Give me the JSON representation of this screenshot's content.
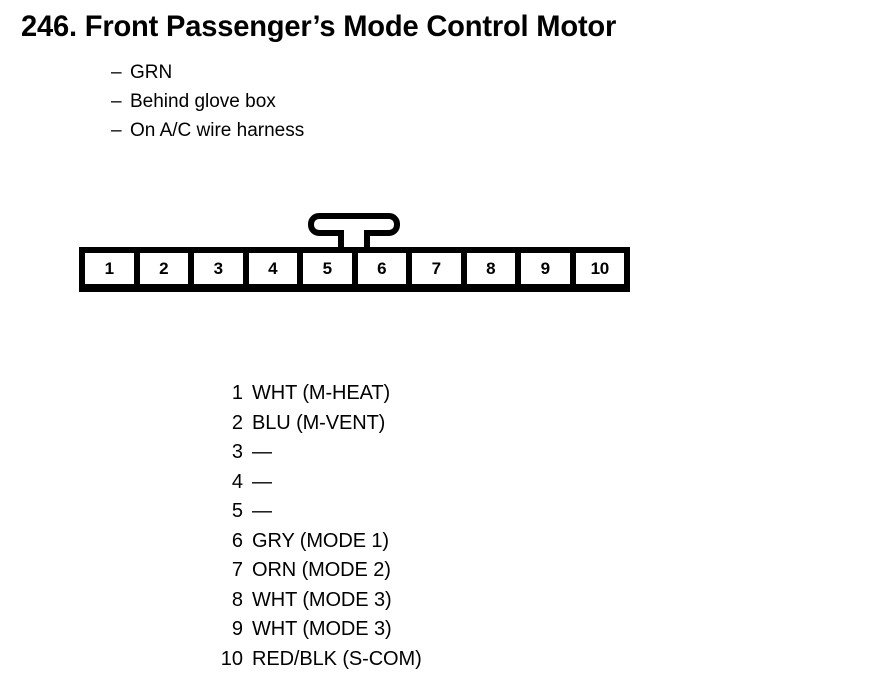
{
  "page": {
    "title": "246. Front Passenger’s Mode Control Motor",
    "ink_color": "#000000",
    "background_color": "#ffffff"
  },
  "notes": [
    {
      "dash": "–",
      "text": "GRN"
    },
    {
      "dash": "–",
      "text": "Behind glove box"
    },
    {
      "dash": "–",
      "text": "On A/C wire harness"
    }
  ],
  "connector": {
    "pin_count": 10,
    "cells": [
      "1",
      "2",
      "3",
      "4",
      "5",
      "6",
      "7",
      "8",
      "9",
      "10"
    ],
    "latch": "locking-tab"
  },
  "pin_legend": [
    {
      "number": "1",
      "label": "WHT (M-HEAT)"
    },
    {
      "number": "2",
      "label": "BLU (M-VENT)"
    },
    {
      "number": "3",
      "label": "—"
    },
    {
      "number": "4",
      "label": "—"
    },
    {
      "number": "5",
      "label": "—"
    },
    {
      "number": "6",
      "label": "GRY (MODE 1)"
    },
    {
      "number": "7",
      "label": "ORN (MODE 2)"
    },
    {
      "number": "8",
      "label": "WHT (MODE 3)"
    },
    {
      "number": "9",
      "label": "WHT (MODE 3)"
    },
    {
      "number": "10",
      "label": "RED/BLK (S-COM)"
    }
  ]
}
